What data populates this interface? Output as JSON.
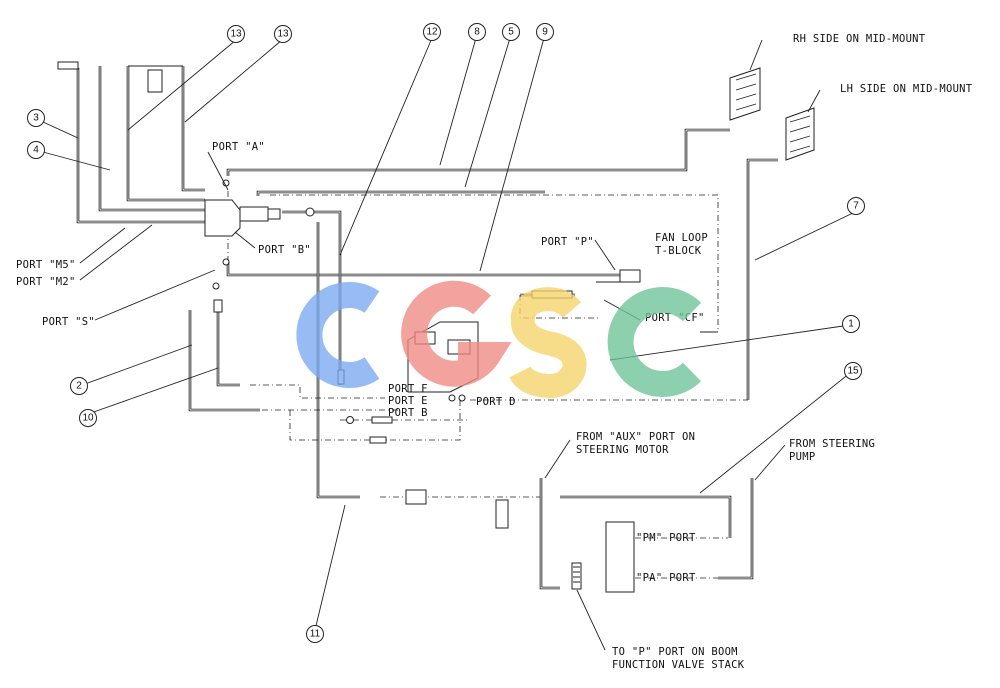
{
  "labels": {
    "port_a": "PORT \"A\"",
    "port_b": "PORT \"B\"",
    "port_m5": "PORT \"M5\"",
    "port_m2": "PORT \"M2\"",
    "port_s": "PORT \"S\"",
    "port_p": "PORT \"P\"",
    "fan_loop_1": "FAN LOOP",
    "fan_loop_2": "T-BLOCK",
    "port_cf": "PORT \"CF\"",
    "port_f": "PORT F",
    "port_e": "PORT E",
    "port_b_plain": "PORT B",
    "port_d": "PORT D",
    "rh_side": "RH SIDE ON MID-MOUNT",
    "lh_side": "LH SIDE ON MID-MOUNT",
    "aux_1": "FROM \"AUX\" PORT ON",
    "aux_2": "STEERING MOTOR",
    "steer_pump_1": "FROM STEERING",
    "steer_pump_2": "PUMP",
    "pm_port": "\"PM\" PORT",
    "pa_port": "\"PA\" PORT",
    "boom_1": "TO \"P\" PORT ON BOOM",
    "boom_2": "FUNCTION VALVE STACK"
  },
  "callouts": {
    "c1": "1",
    "c2": "2",
    "c3": "3",
    "c4": "4",
    "c5": "5",
    "c7": "7",
    "c8": "8",
    "c9": "9",
    "c10": "10",
    "c11": "11",
    "c12": "12",
    "c13a": "13",
    "c13b": "13",
    "c15": "15"
  },
  "watermark": {
    "text": "CGSC",
    "colors": [
      "#7aa9f0",
      "#f08a84",
      "#f6d46a",
      "#6cc398"
    ]
  }
}
